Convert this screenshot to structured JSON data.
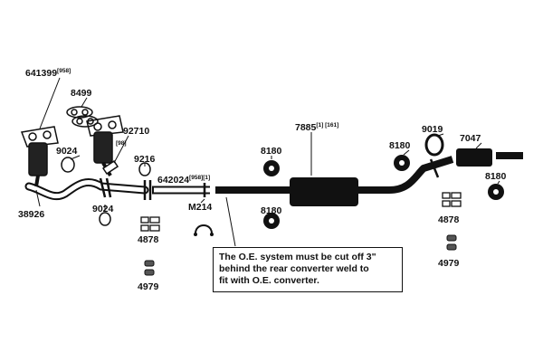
{
  "labels": {
    "manifold_converter": "641399",
    "manifold_converter_ref": "[958]",
    "gasket_top": "8499",
    "gasket_upper": "9024",
    "gasket_lower": "9024",
    "converter_ref": "[98]",
    "flange_top": "92710",
    "gasket_mid": "9216",
    "converter_pipe": "642024",
    "converter_pipe_ref": "[958][1]",
    "hanger_m": "M214",
    "front_pipe": "38926",
    "bolt_left": "4878",
    "spring_left": "4979",
    "hanger_left_top": "8180",
    "hanger_left_bottom": "8180",
    "muffler": "7885",
    "muffler_ref": "[1] [161]",
    "hanger_right_top": "8180",
    "gasket_right": "9019",
    "tailpipe": "7047",
    "hanger_far_right": "8180",
    "bolt_right": "4878",
    "spring_right": "4979"
  },
  "note": {
    "line1": "The O.E. system must be cut off 3\"",
    "line2": "behind the rear converter weld to",
    "line3": "fit with O.E. converter."
  }
}
